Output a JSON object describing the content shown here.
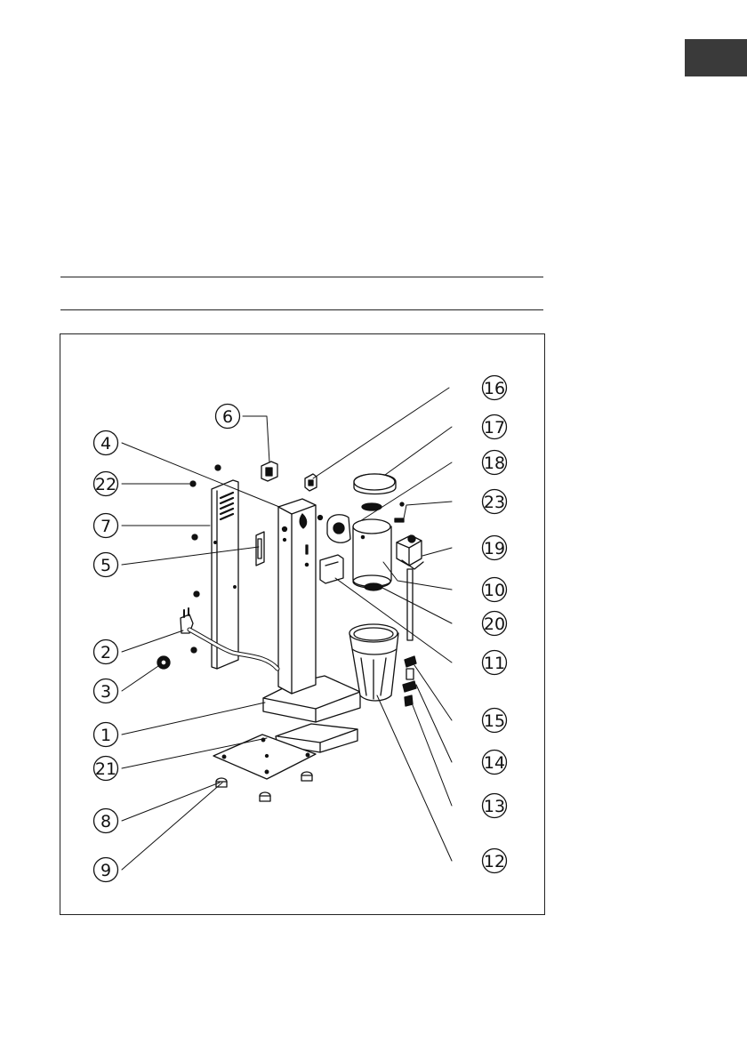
{
  "callouts": {
    "c1": "1",
    "c2": "2",
    "c3": "3",
    "c4": "4",
    "c5": "5",
    "c6": "6",
    "c7": "7",
    "c8": "8",
    "c9": "9",
    "c10": "10",
    "c11": "11",
    "c12": "12",
    "c13": "13",
    "c14": "14",
    "c15": "15",
    "c16": "16",
    "c17": "17",
    "c18": "18",
    "c19": "19",
    "c20": "20",
    "c21": "21",
    "c22": "22",
    "c23": "23"
  },
  "colors": {
    "ink": "#111111",
    "tab": "#3a3a3a",
    "paper": "#ffffff"
  }
}
